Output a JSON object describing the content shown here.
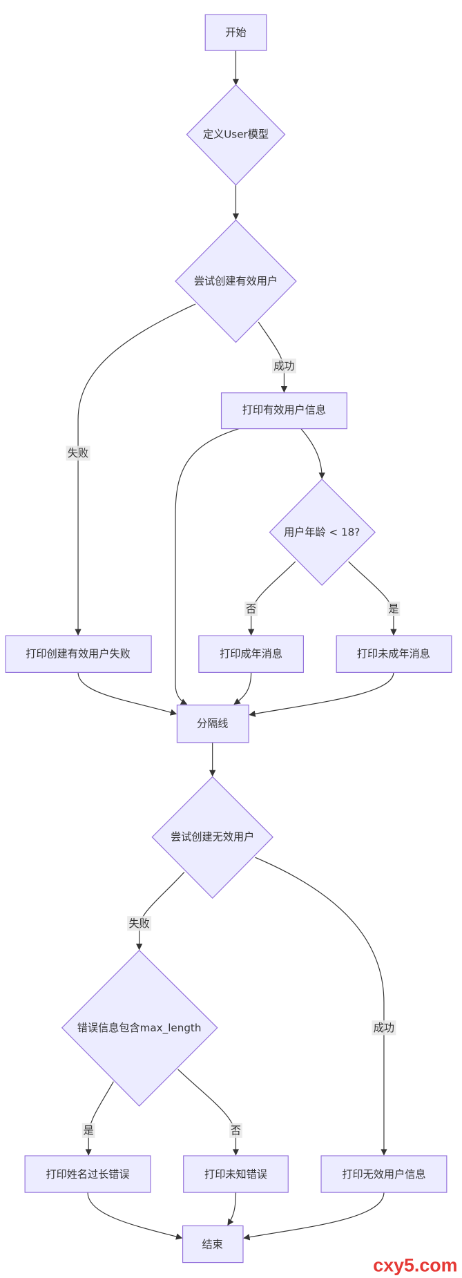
{
  "nodes": {
    "start": "开始",
    "define_user_model": "定义User模型",
    "try_create_valid": "尝试创建有效用户",
    "print_valid_info": "打印有效用户信息",
    "check_age": "用户年龄 < 18?",
    "print_create_valid_failed": "打印创建有效用户失败",
    "print_adult": "打印成年消息",
    "print_minor": "打印未成年消息",
    "separator": "分隔线",
    "try_create_invalid": "尝试创建无效用户",
    "check_max_length": "错误信息包含max_length",
    "print_name_too_long": "打印姓名过长错误",
    "print_unknown_error": "打印未知错误",
    "print_invalid_info": "打印无效用户信息",
    "end": "结束"
  },
  "edge_labels": {
    "valid_success": "成功",
    "valid_failed": "失败",
    "age_no": "否",
    "age_yes": "是",
    "invalid_failed": "失败",
    "invalid_success": "成功",
    "maxlen_yes": "是",
    "maxlen_no": "否"
  },
  "watermark": {
    "text": "cxy5.com"
  },
  "colors": {
    "node_fill": "#ECECFF",
    "node_stroke": "#9370DB",
    "edge": "#333333",
    "label_bg": "#e8e8e8",
    "text": "#333333",
    "watermark": "#e53935"
  }
}
